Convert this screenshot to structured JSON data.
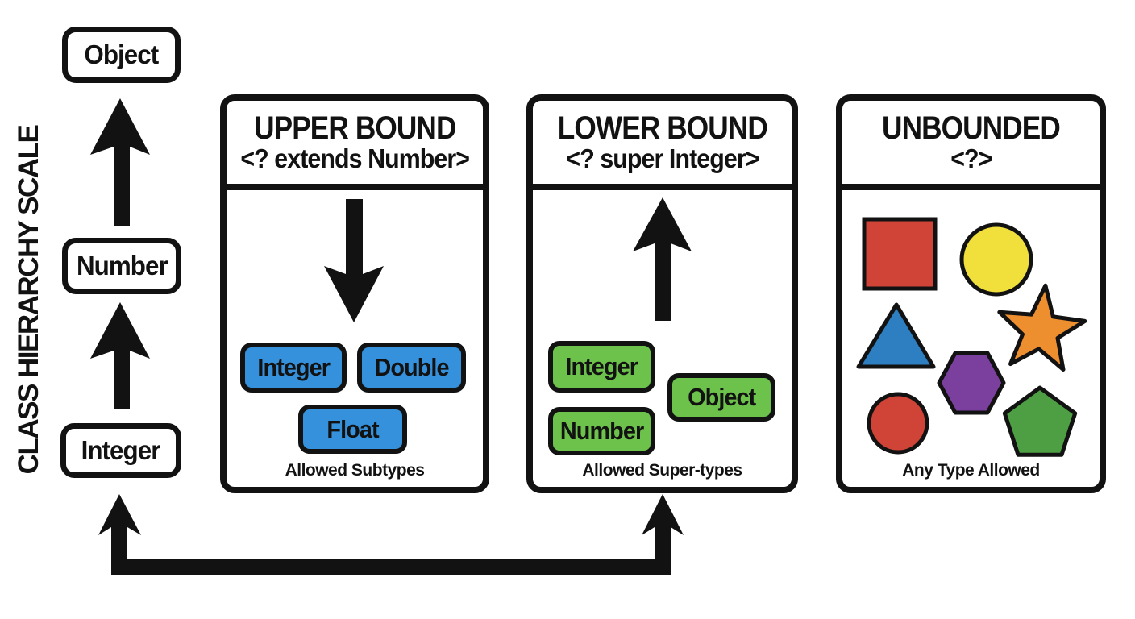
{
  "colors": {
    "ink": "#121212",
    "subtypeBox": "#3591dc",
    "supertypeBox": "#6cc24a"
  },
  "hierarchy": {
    "axis_label": "CLASS HIERARCHY SCALE",
    "nodes": [
      "Object",
      "Number",
      "Integer"
    ]
  },
  "panels": [
    {
      "title": "UPPER BOUND",
      "type_param": "<? extends Number>",
      "arrow_direction": "down",
      "boxes": [
        "Integer",
        "Double",
        "Float"
      ],
      "caption": "Allowed Subtypes"
    },
    {
      "title": "LOWER BOUND",
      "type_param": "<? super Integer>",
      "arrow_direction": "up",
      "boxes": [
        "Integer",
        "Object",
        "Number"
      ],
      "caption": "Allowed Super-types"
    },
    {
      "title": "UNBOUNDED",
      "type_param": "<?>",
      "caption": "Any Type Allowed",
      "shapes": [
        {
          "type": "square",
          "color": "#cf4437"
        },
        {
          "type": "circle",
          "color": "#f1e03b"
        },
        {
          "type": "triangle",
          "color": "#2d7fc1"
        },
        {
          "type": "star",
          "color": "#ee8f2f"
        },
        {
          "type": "hexagon",
          "color": "#7b3f9d"
        },
        {
          "type": "circle",
          "color": "#cf4437"
        },
        {
          "type": "pentagon",
          "color": "#4e9f44"
        }
      ]
    }
  ]
}
